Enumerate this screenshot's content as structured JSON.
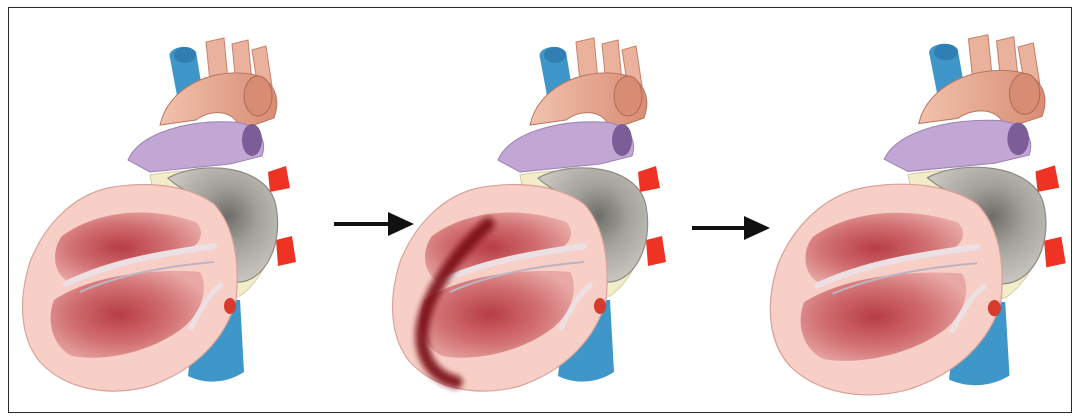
{
  "figure": {
    "panels": [
      {
        "id": "heart-normal",
        "state": "normal",
        "infarct": false,
        "dilated": false
      },
      {
        "id": "heart-infarct",
        "state": "infarcted",
        "infarct": true,
        "dilated": false
      },
      {
        "id": "heart-remodeled",
        "state": "remodeled",
        "infarct": false,
        "dilated": true
      }
    ],
    "arrows": [
      {
        "id": "arrow-1",
        "from": "heart-normal",
        "to": "heart-infarct"
      },
      {
        "id": "arrow-2",
        "from": "heart-infarct",
        "to": "heart-remodeled"
      }
    ],
    "colors": {
      "frame": "#2a2a2a",
      "vena-cava": "#3f97c9",
      "aorta": "#e9a990",
      "pulmonary-artery": "#c2a6d4",
      "pulmonary-veins": "#ee3324",
      "left-atrium": "#9c9a94",
      "atrial-septum": "#f2edc8",
      "myocardium": "#f7cfc6",
      "muscle": "#c8545a",
      "infarct": "#7a0f14",
      "arrow": "#111111"
    }
  }
}
